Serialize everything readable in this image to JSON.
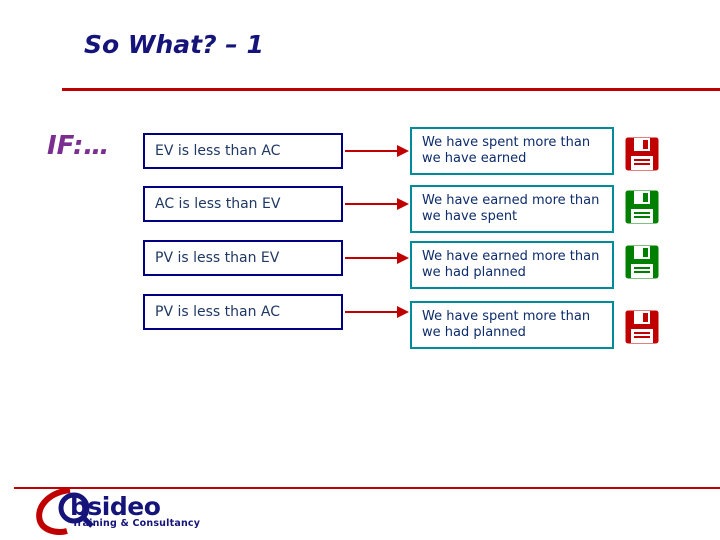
{
  "slide": {
    "title": "So What? – 1",
    "if_label": "IF:…",
    "rows": [
      {
        "condition": "EV is less than AC",
        "result": "We have spent more than we have earned",
        "icon": "floppy-disk-red-icon",
        "icon_color": "#C00000"
      },
      {
        "condition": "AC is less than EV",
        "result": "We have earned more than we have spent",
        "icon": "floppy-disk-green-icon",
        "icon_color": "#008000"
      },
      {
        "condition": "PV is less than EV",
        "result": "We have earned more than we had planned",
        "icon": "floppy-disk-green-icon",
        "icon_color": "#008000"
      },
      {
        "condition": "PV is less than AC",
        "result": "We have spent more than we had planned",
        "icon": "floppy-disk-red-icon",
        "icon_color": "#C00000"
      }
    ],
    "arrow_label": "arrow-right-icon",
    "colors": {
      "title": "#14147A",
      "rule": "#C00000",
      "if_label": "#7B2E8F",
      "left_box_border": "#000080",
      "right_box_border": "#008B9A",
      "text_blue": "#0D2C6B"
    }
  },
  "footer": {
    "logo_text": "bsideo",
    "logo_tagline": "Training & Consultancy"
  }
}
